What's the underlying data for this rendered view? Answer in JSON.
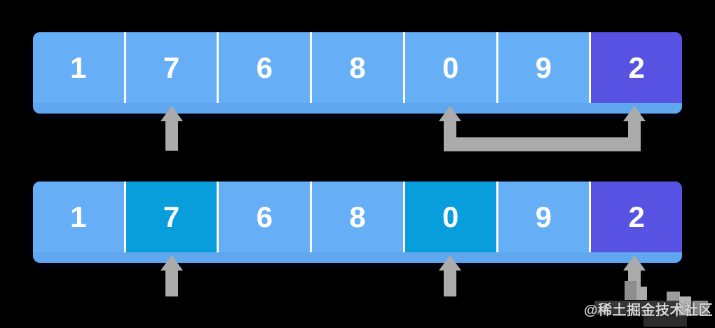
{
  "colors": {
    "background": "#000000",
    "cell": "#66AFF6",
    "scan": "#089EDC",
    "pivot": "#5752E2",
    "lip": "#5FA8F0",
    "divider": "#FFFFFF",
    "digit": "#FFFFFF",
    "arrow": "#ABABAB",
    "watermark_text": "#D6D6D6"
  },
  "rows": [
    {
      "name": "array-state-before",
      "cells": [
        {
          "value": "1",
          "state": "normal"
        },
        {
          "value": "7",
          "state": "normal"
        },
        {
          "value": "6",
          "state": "normal"
        },
        {
          "value": "8",
          "state": "normal"
        },
        {
          "value": "0",
          "state": "normal"
        },
        {
          "value": "9",
          "state": "normal"
        },
        {
          "value": "2",
          "state": "pivot"
        }
      ]
    },
    {
      "name": "array-state-after",
      "cells": [
        {
          "value": "1",
          "state": "normal"
        },
        {
          "value": "7",
          "state": "scan"
        },
        {
          "value": "6",
          "state": "normal"
        },
        {
          "value": "8",
          "state": "normal"
        },
        {
          "value": "0",
          "state": "scan"
        },
        {
          "value": "9",
          "state": "normal"
        },
        {
          "value": "2",
          "state": "pivot"
        }
      ]
    }
  ],
  "annotations": {
    "top_row_pointer_index": 1,
    "swap_connector": {
      "from_index": 4,
      "to_index": 6
    },
    "bottom_row_pointer_indices": [
      1,
      4,
      6
    ]
  },
  "watermark": {
    "text": "@稀土掘金技术社区"
  }
}
